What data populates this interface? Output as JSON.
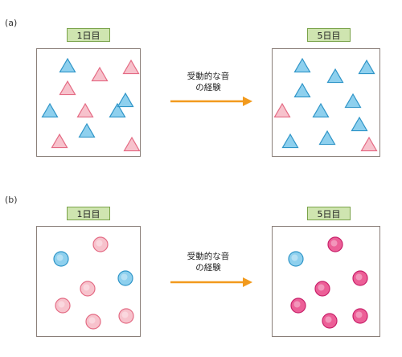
{
  "colors": {
    "blue_fill": "#8ed0ee",
    "blue_stroke": "#2f95c8",
    "pink_fill": "#f7c2cc",
    "pink_stroke": "#e46b84",
    "magenta_fill": "#ec5f97",
    "magenta_stroke": "#c8206a",
    "label_bg": "#cfe5b0",
    "arrow": "#f29a1d"
  },
  "icons": {
    "triangle": "triangle-shape",
    "circle": "circle-shape",
    "arrow": "arrow-right-icon"
  },
  "panel_a": {
    "label": "(a)",
    "before": {
      "day_label": "1日目",
      "items": [
        {
          "shape": "triangle",
          "color": "blue"
        },
        {
          "shape": "triangle",
          "color": "pink"
        },
        {
          "shape": "triangle",
          "color": "pink"
        },
        {
          "shape": "triangle",
          "color": "pink"
        },
        {
          "shape": "triangle",
          "color": "blue"
        },
        {
          "shape": "triangle",
          "color": "pink"
        },
        {
          "shape": "triangle",
          "color": "blue"
        },
        {
          "shape": "triangle",
          "color": "blue"
        },
        {
          "shape": "triangle",
          "color": "blue"
        },
        {
          "shape": "triangle",
          "color": "pink"
        },
        {
          "shape": "triangle",
          "color": "pink"
        }
      ]
    },
    "caption_line1": "受動的な音",
    "caption_line2": "の経験",
    "after": {
      "day_label": "5日目",
      "items": [
        {
          "shape": "triangle",
          "color": "blue"
        },
        {
          "shape": "triangle",
          "color": "blue"
        },
        {
          "shape": "triangle",
          "color": "blue"
        },
        {
          "shape": "triangle",
          "color": "blue"
        },
        {
          "shape": "triangle",
          "color": "blue"
        },
        {
          "shape": "triangle",
          "color": "pink"
        },
        {
          "shape": "triangle",
          "color": "blue"
        },
        {
          "shape": "triangle",
          "color": "blue"
        },
        {
          "shape": "triangle",
          "color": "blue"
        },
        {
          "shape": "triangle",
          "color": "blue"
        },
        {
          "shape": "triangle",
          "color": "pink"
        }
      ]
    }
  },
  "panel_b": {
    "label": "(b)",
    "before": {
      "day_label": "1日目",
      "items": [
        {
          "shape": "circle",
          "color": "pink"
        },
        {
          "shape": "circle",
          "color": "blue"
        },
        {
          "shape": "circle",
          "color": "pink"
        },
        {
          "shape": "circle",
          "color": "blue"
        },
        {
          "shape": "circle",
          "color": "pink"
        },
        {
          "shape": "circle",
          "color": "pink"
        },
        {
          "shape": "circle",
          "color": "pink"
        }
      ]
    },
    "caption_line1": "受動的な音",
    "caption_line2": "の経験",
    "after": {
      "day_label": "5日目",
      "items": [
        {
          "shape": "circle",
          "color": "magenta"
        },
        {
          "shape": "circle",
          "color": "blue"
        },
        {
          "shape": "circle",
          "color": "magenta"
        },
        {
          "shape": "circle",
          "color": "magenta"
        },
        {
          "shape": "circle",
          "color": "magenta"
        },
        {
          "shape": "circle",
          "color": "magenta"
        },
        {
          "shape": "circle",
          "color": "magenta"
        }
      ]
    }
  }
}
